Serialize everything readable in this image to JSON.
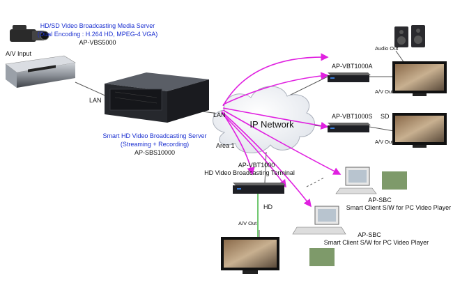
{
  "media_server": {
    "title": "HD/SD Video Broadcasting Media Server",
    "subtitle": "(Dual Encoding : H.264 HD, MPEG-4 VGA)",
    "model": "AP-VBS5000",
    "av_input": "A/V Input"
  },
  "streaming_server": {
    "title": "Smart HD Video Broadcasting Server",
    "subtitle": "(Streaming + Recording)",
    "model": "AP-SBS10000"
  },
  "links": {
    "lan_left": "LAN",
    "lan_right": "LAN",
    "hd": "HD"
  },
  "network": {
    "label": "IP Network",
    "area": "Area 1"
  },
  "terminal_top": {
    "model": "AP-VBT1000A",
    "audio_out": "Audio Out",
    "av_out": "A/V Out"
  },
  "terminal_mid": {
    "model": "AP-VBT1000S",
    "mode": "SD",
    "av_out": "A/V Out"
  },
  "terminal_bottom": {
    "model": "AP-VBT1000",
    "title": "HD Video Broadcasting Terminal",
    "av_out": "A/V Out"
  },
  "client_a": {
    "model": "AP-SBC",
    "title": "Smart Client S/W for PC Video Player"
  },
  "client_b": {
    "model": "AP-SBC",
    "title": "Smart Client S/W for PC Video Player"
  },
  "colors": {
    "stream": "#e020e0",
    "blue_text": "#1a2fd0",
    "line": "#555555",
    "hd_line": "#22aa22"
  }
}
